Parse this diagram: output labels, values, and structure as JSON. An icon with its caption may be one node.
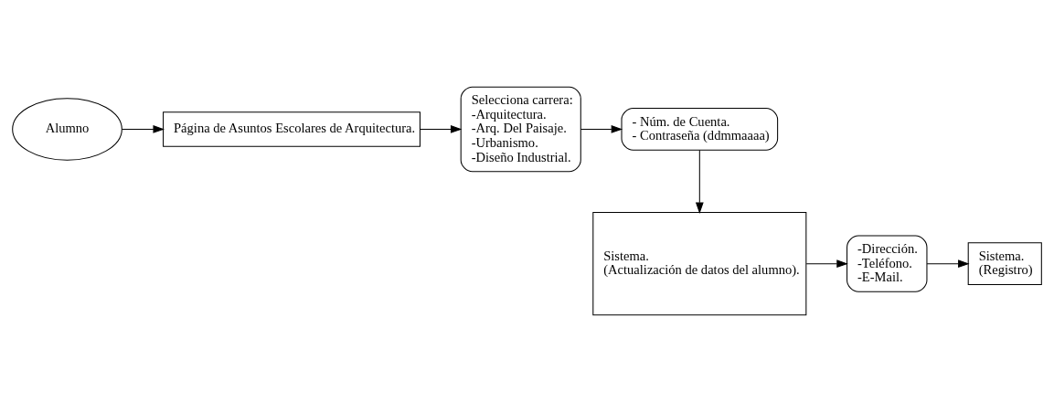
{
  "diagram": {
    "nodes": [
      {
        "text": [
          "Alumno"
        ]
      },
      {
        "text": [
          "Página de Asuntos Escolares de Arquitectura."
        ]
      },
      {
        "text": [
          "Selecciona carrera:",
          "-Arquitectura.",
          "-Arq. Del Paisaje.",
          "-Urbanismo.",
          "-Diseño Industrial."
        ]
      },
      {
        "text": [
          "- Núm. de Cuenta.",
          "- Contraseña (ddmmaaaa)"
        ]
      },
      {
        "text": [
          "Sistema.",
          "(Actualización de datos del alumno)."
        ]
      },
      {
        "text": [
          "-Dirección.",
          "-Teléfono.",
          "-E-Mail."
        ]
      },
      {
        "text": [
          "Sistema.",
          "(Registro)"
        ]
      }
    ],
    "edges": [
      {
        "from": 0,
        "to": 1,
        "arrow": "to"
      },
      {
        "from": 1,
        "to": 2,
        "arrow": "to"
      },
      {
        "from": 2,
        "to": 3,
        "arrow": "to"
      },
      {
        "from": 3,
        "to": 4,
        "arrow": "to"
      },
      {
        "from": 4,
        "to": 5,
        "arrow": "to"
      },
      {
        "from": 5,
        "to": 6,
        "arrow": "to"
      }
    ]
  }
}
